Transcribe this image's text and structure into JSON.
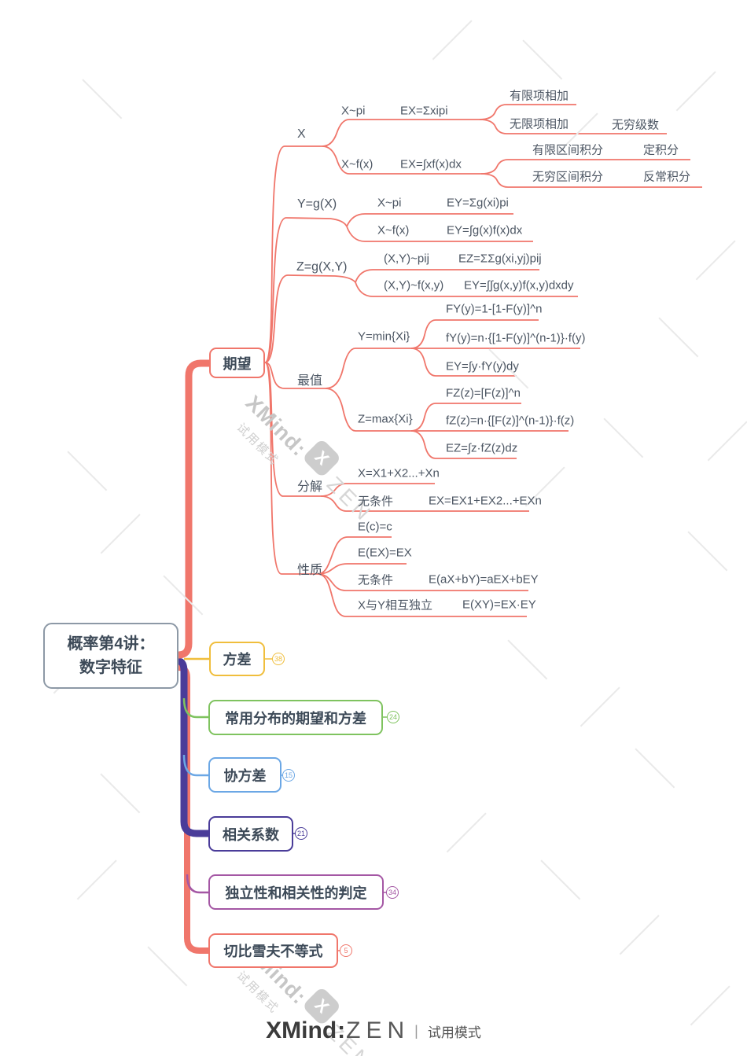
{
  "root": {
    "line1": "概率第4讲：",
    "line2": "数字特征"
  },
  "expect": {
    "label": "期望",
    "x": {
      "label": "X",
      "pi": {
        "label": "X~pi",
        "ex": "EX=Σxipi",
        "finite": "有限项相加",
        "infinite": "无限项相加",
        "series": "无穷级数"
      },
      "f": {
        "label": "X~f(x)",
        "ex": "EX=∫xf(x)dx",
        "finite": "有限区间积分",
        "definite": "定积分",
        "infinite": "无穷区间积分",
        "improper": "反常积分"
      }
    },
    "y": {
      "label": "Y=g(X)",
      "pi": "X~pi",
      "ey_pi": "EY=Σg(xi)pi",
      "f": "X~f(x)",
      "ey_f": "EY=∫g(x)f(x)dx"
    },
    "z": {
      "label": "Z=g(X,Y)",
      "pij": "(X,Y)~pij",
      "ez": "EZ=ΣΣg(xi,yj)pij",
      "f": "(X,Y)~f(x,y)",
      "ey": "EY=∫∫g(x,y)f(x,y)dxdy"
    },
    "extreme": {
      "label": "最值",
      "min": {
        "label": "Y=min{Xi}",
        "F": "FY(y)=1-[1-F(y)]^n",
        "f": "fY(y)=n·{[1-F(y)]^(n-1)}·f(y)",
        "E": "EY=∫y·fY(y)dy"
      },
      "max": {
        "label": "Z=max{Xi}",
        "F": "FZ(z)=[F(z)]^n",
        "f": "fZ(z)=n·{[F(z)]^(n-1)}·f(z)",
        "E": "EZ=∫z·fZ(z)dz"
      }
    },
    "decompose": {
      "label": "分解",
      "sum": "X=X1+X2...+Xn",
      "cond": "无条件",
      "ex": "EX=EX1+EX2...+EXn"
    },
    "props": {
      "label": "性质",
      "c": "E(c)=c",
      "eex": "E(EX)=EX",
      "cond": "无条件",
      "linear": "E(aX+bY)=aEX+bEY",
      "indep": "X与Y相互独立",
      "product": "E(XY)=EX·EY"
    }
  },
  "topics": {
    "variance": {
      "label": "方差",
      "badge": "38"
    },
    "common": {
      "label": "常用分布的期望和方差",
      "badge": "24"
    },
    "cov": {
      "label": "协方差",
      "badge": "15"
    },
    "corr": {
      "label": "相关系数",
      "badge": "21"
    },
    "judge": {
      "label": "独立性和相关性的判定",
      "badge": "34"
    },
    "cheby": {
      "label": "切比雪夫不等式",
      "badge": "5"
    }
  },
  "colors": {
    "salmon": "#F0766B",
    "yellow": "#F0BE3C",
    "green": "#7FC35F",
    "blue": "#6BA7E5",
    "indigo": "#4A3C99",
    "purple": "#A457A4",
    "root_border": "#8D99A6",
    "node_text": "#3D4A58",
    "label_text": "#4C5663"
  },
  "watermark": {
    "brand": "XMind:",
    "zen": "ZEN",
    "trial": "试用模式",
    "logo_letter": "X"
  },
  "footer": {
    "brand": "XMind",
    "colon": ":",
    "zen": "ZEN",
    "divider": "|",
    "trial": "试用模式"
  }
}
